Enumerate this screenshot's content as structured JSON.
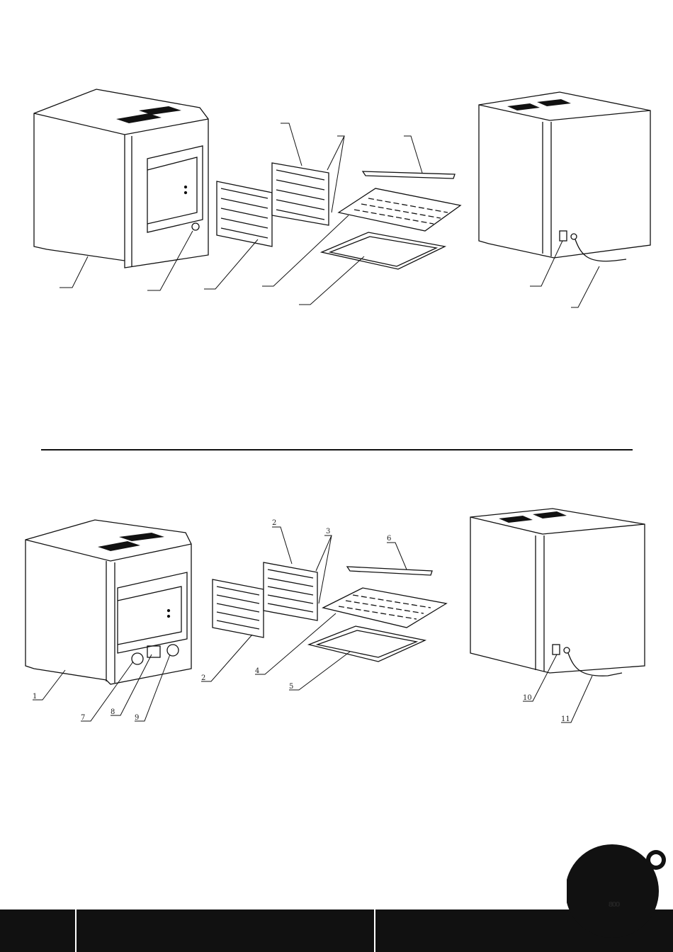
{
  "bottom_diagram": {
    "callouts": [
      "1",
      "2",
      "2",
      "3",
      "4",
      "5",
      "6",
      "7",
      "8",
      "9",
      "10",
      "11"
    ]
  },
  "logo": {
    "text": "800",
    "brand_color": "#111111"
  },
  "footer": {
    "background": "#111111"
  }
}
